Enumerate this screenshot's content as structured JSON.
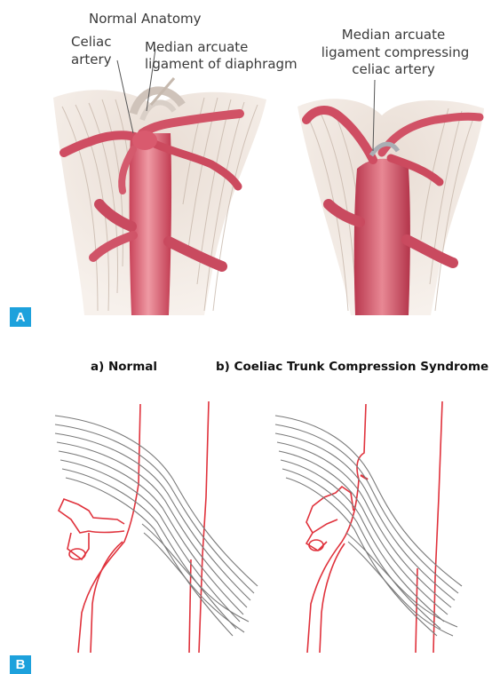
{
  "panel_a": {
    "badge": "A",
    "title": "Normal Anatomy",
    "labels": {
      "celiac_line1": "Celiac",
      "celiac_line2": "artery",
      "mal_line1": "Median arcuate",
      "mal_line2": "ligament of diaphragm",
      "compress_line1": "Median arcuate",
      "compress_line2": "ligament compressing",
      "compress_line3": "celiac artery"
    }
  },
  "panel_b": {
    "badge": "B",
    "title_left": "a) Normal",
    "title_right": "b) Coeliac Trunk Compression Syndrome"
  },
  "colors": {
    "badge": "#1da1dc",
    "artery": "#d9566a",
    "artery_light": "#ef9aa4",
    "vessel_line": "#e0323c",
    "fibers": "#b9a79c",
    "ligament_line": "#7a7a7a"
  }
}
